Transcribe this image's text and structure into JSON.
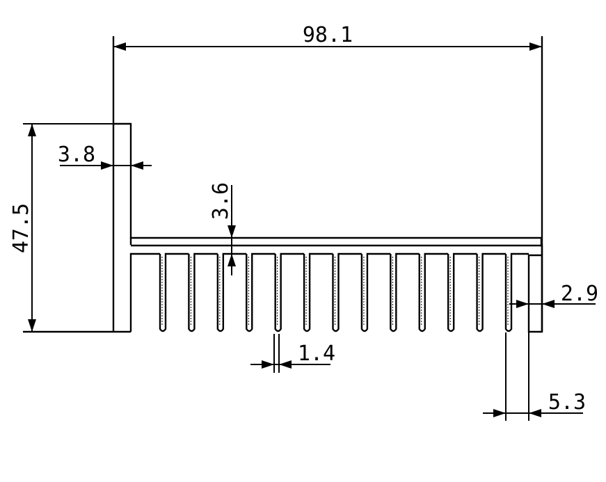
{
  "drawing": {
    "dimensions": {
      "overall_width": "98.1",
      "overall_height": "47.5",
      "base_wall_thickness": "3.8",
      "plate_thickness": "3.6",
      "fin_thickness": "1.4",
      "end_wall_thickness": "2.9",
      "end_gap_width": "5.3"
    },
    "fin_count": 13
  }
}
